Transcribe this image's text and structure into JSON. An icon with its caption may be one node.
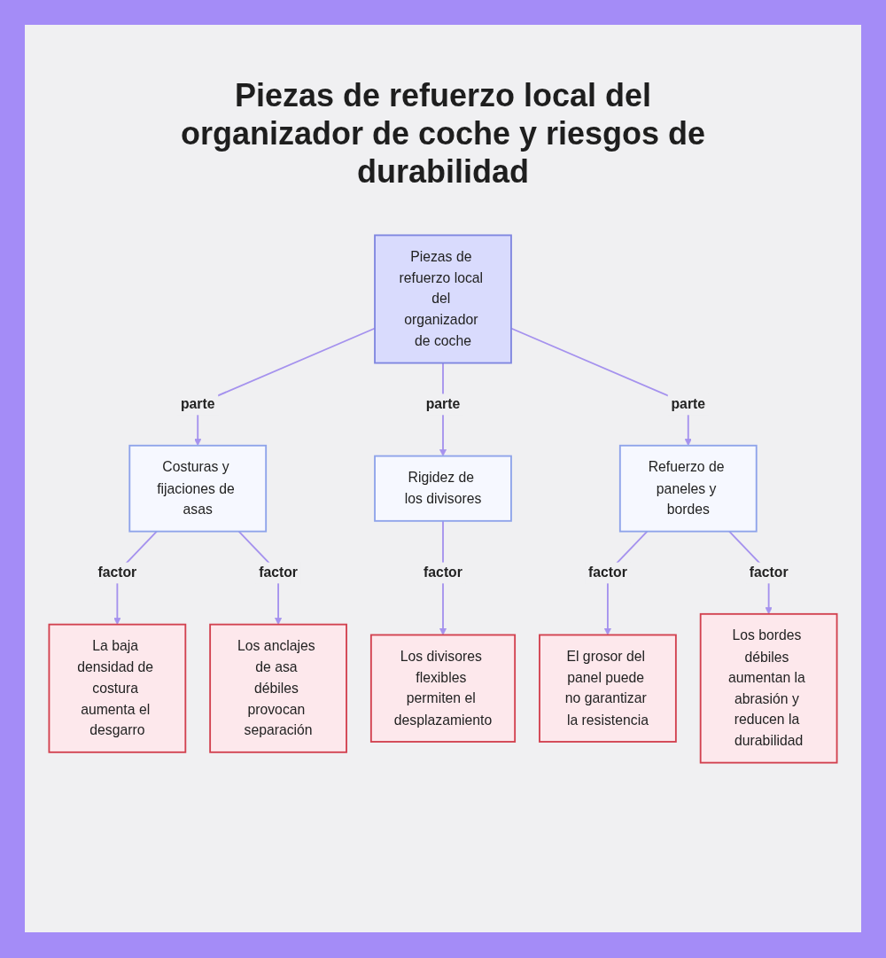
{
  "diagram": {
    "title": "Piezas de refuerzo local del organizador de coche y riesgos de durabilidad",
    "nodes": [
      {
        "text": [
          "Piezas de refuerzo local del organizador de coche"
        ]
      },
      {
        "text": [
          "Costuras y fijaciones de asas"
        ]
      },
      {
        "text": [
          "Rigidez de los divisores"
        ]
      },
      {
        "text": [
          "Refuerzo de paneles y bordes"
        ]
      },
      {
        "text": [
          "La baja densidad de costura aumenta el desgarro"
        ]
      },
      {
        "text": [
          "Los anclajes de asa débiles provocan separación"
        ]
      },
      {
        "text": [
          "Los divisores flexibles permiten el desplazamiento"
        ]
      },
      {
        "text": [
          "El grosor del panel puede no garantizar la resistencia"
        ]
      },
      {
        "text": [
          "Los bordes débiles aumentan la abrasión y reducen la durabilidad"
        ]
      }
    ],
    "edges": [
      {
        "from": 0,
        "to": 1,
        "arrow": "to",
        "label": "parte"
      },
      {
        "from": 0,
        "to": 2,
        "arrow": "to",
        "label": "parte"
      },
      {
        "from": 0,
        "to": 3,
        "arrow": "to",
        "label": "parte"
      },
      {
        "from": 1,
        "to": 4,
        "arrow": "to",
        "label": "factor"
      },
      {
        "from": 1,
        "to": 5,
        "arrow": "to",
        "label": "factor"
      },
      {
        "from": 2,
        "to": 6,
        "arrow": "to",
        "label": "factor"
      },
      {
        "from": 3,
        "to": 7,
        "arrow": "to",
        "label": "factor"
      },
      {
        "from": 3,
        "to": 8,
        "arrow": "to",
        "label": "factor"
      }
    ]
  }
}
